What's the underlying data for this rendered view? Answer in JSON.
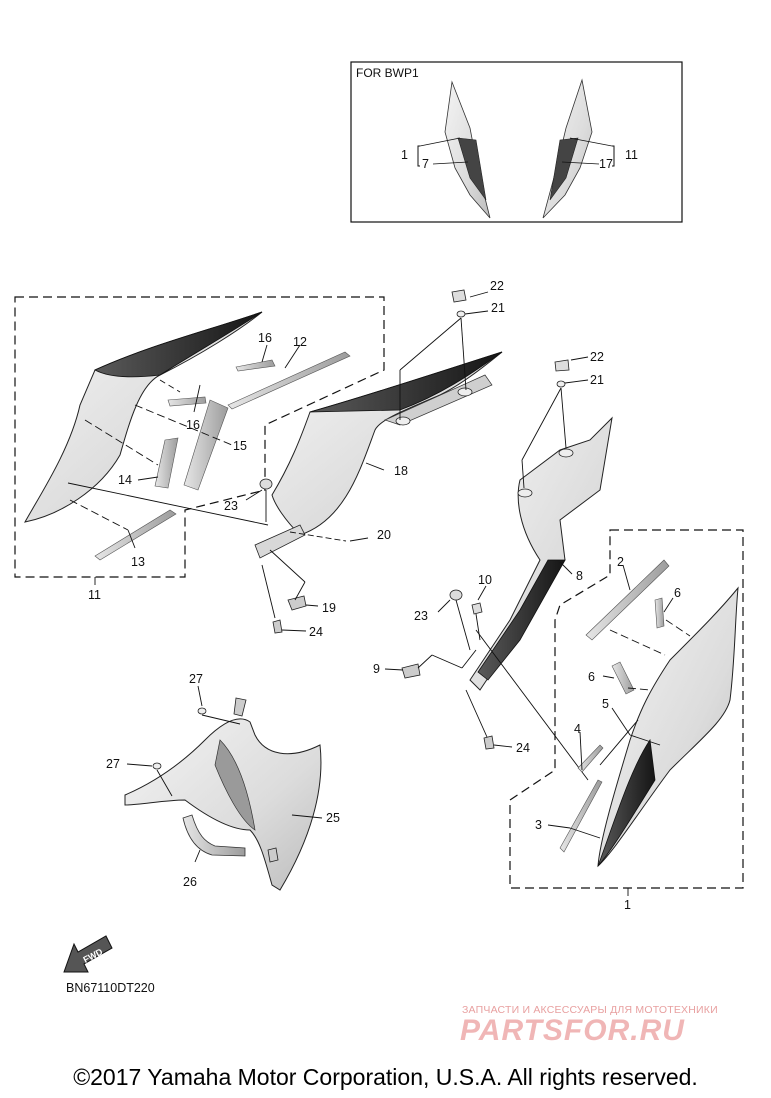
{
  "inset": {
    "title": "FOR BWP1"
  },
  "callouts": {
    "c1": "1",
    "c2": "2",
    "c3": "3",
    "c4": "4",
    "c5": "5",
    "c6": "6",
    "c7": "7",
    "c8": "8",
    "c9": "9",
    "c10": "10",
    "c11": "11",
    "c12": "12",
    "c13": "13",
    "c14": "14",
    "c15": "15",
    "c16": "16",
    "c17": "17",
    "c18": "18",
    "c19": "19",
    "c20": "20",
    "c21": "21",
    "c22": "22",
    "c23": "23",
    "c24": "24",
    "c25": "25",
    "c26": "26",
    "c27": "27"
  },
  "fwd_label": "FWD",
  "diagram_code": "BN67110DT220",
  "watermark": {
    "tagline": "ЗАПЧАСТИ И АКСЕССУАРЫ ДЛЯ МОТОТЕХНИКИ",
    "brand": "PARTSFOR.RU"
  },
  "copyright": "©2017 Yamaha Motor Corporation, U.S.A. All rights reserved."
}
